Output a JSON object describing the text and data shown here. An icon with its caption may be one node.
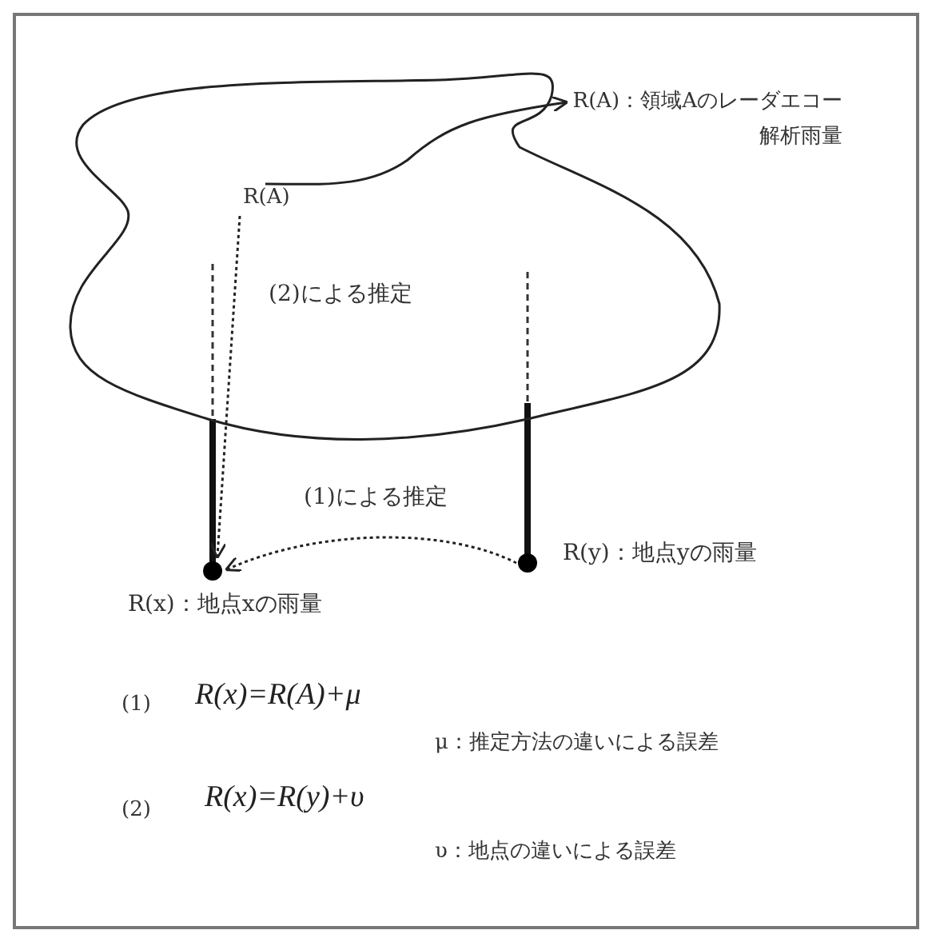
{
  "diagram": {
    "nodes": [
      {
        "text": [],
        "shape": "cloud"
      },
      {
        "text": [
          "R(A)"
        ],
        "in": 0
      },
      {
        "text": [
          "R(A)：領域Aのレーダエコー解析雨量"
        ]
      },
      {
        "text": [],
        "shape": "circle",
        "beside": [
          "R(x)：地点xの雨量"
        ]
      },
      {
        "text": [],
        "shape": "circle",
        "beside": [
          "R(y)：地点yの雨量"
        ]
      }
    ],
    "edges": [
      {
        "from": 1,
        "to": 2,
        "arrow": "to"
      },
      {
        "from": 1,
        "to": 3,
        "arrow": "to",
        "label": "(2)による推定",
        "style": "dashed"
      },
      {
        "from": 4,
        "to": 3,
        "arrow": "to",
        "label": "(1)による推定",
        "style": "dashed"
      }
    ],
    "labels": [
      "(1)",
      "R(x)=R(A)+μ",
      "μ：推定方法の違いによる誤差",
      "(2)",
      "R(x)=R(y)+υ",
      "υ：地点の違いによる誤差"
    ]
  }
}
